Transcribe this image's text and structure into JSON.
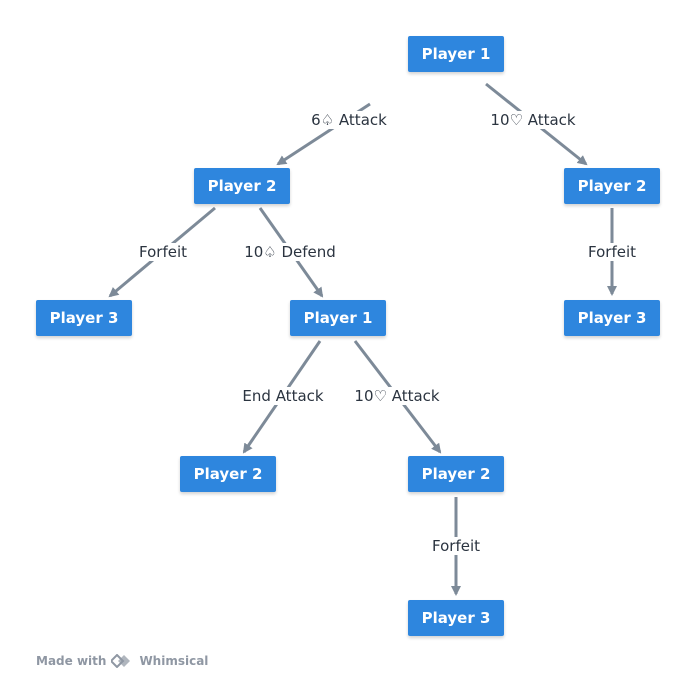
{
  "colors": {
    "node_fill": "#2e86de",
    "node_text": "#ffffff",
    "edge": "#7d8a98",
    "label_text": "#2b3440"
  },
  "nodes": {
    "n1": "Player 1",
    "n2": "Player 2",
    "n3": "Player 2",
    "n4": "Player 3",
    "n5": "Player 1",
    "n6": "Player 3",
    "n7": "Player 2",
    "n8": "Player 2",
    "n9": "Player 3"
  },
  "edges": {
    "e1": "6♤ Attack",
    "e2": "10♡ Attack",
    "e3": "Forfeit",
    "e4": "10♤ Defend",
    "e5": "Forfeit",
    "e6": "End Attack",
    "e7": "10♡ Attack",
    "e8": "Forfeit"
  },
  "watermark": {
    "prefix": "Made with",
    "brand": "Whimsical",
    "icon": "whimsical-logo-icon"
  }
}
